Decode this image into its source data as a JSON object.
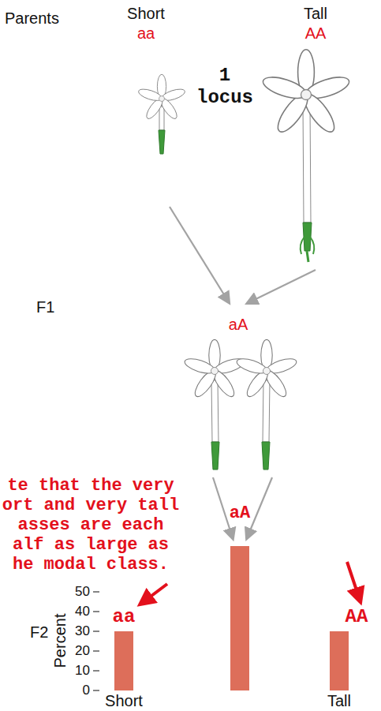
{
  "diagram": {
    "labels": [
      "Parents",
      "Short",
      "aa",
      "Tall",
      "AA",
      "1 locus",
      "F1",
      "aA",
      "te that the very ort and very tall asses are each alf as large as he modal class.",
      "aA",
      "F2",
      "Percent",
      "50",
      "40",
      "30",
      "20",
      "10",
      "0",
      "aa",
      "AA",
      "Short",
      "Tall"
    ]
  }
}
